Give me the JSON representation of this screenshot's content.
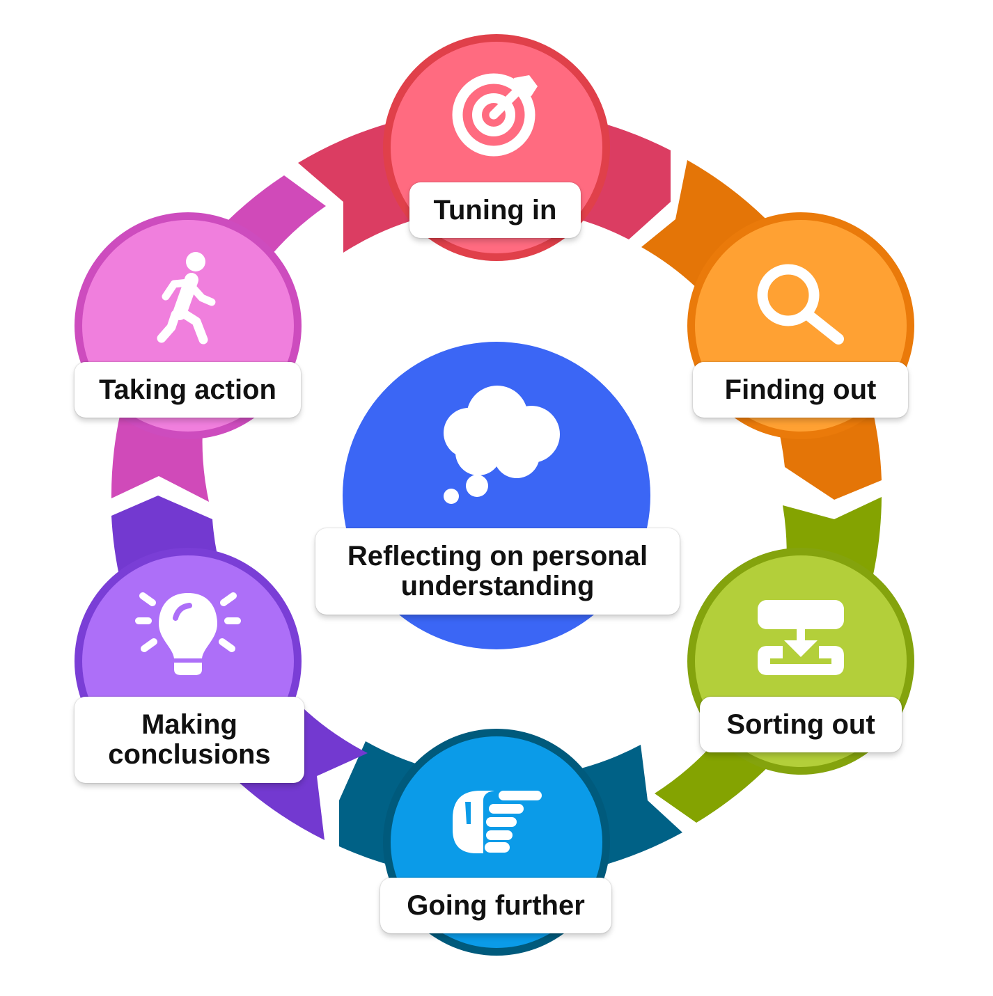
{
  "diagram": {
    "center": {
      "label_line1": "Reflecting on personal",
      "label_line2": "understanding",
      "icon": "thought-cloud-icon",
      "color": "#3b66f5"
    },
    "steps": [
      {
        "id": "tuning-in",
        "label": "Tuning in",
        "icon": "target-arrow-icon",
        "fill": "#ff6b80",
        "ring": "#e0404a",
        "arc": "#db3d62"
      },
      {
        "id": "finding-out",
        "label": "Finding out",
        "icon": "magnifier-icon",
        "fill": "#ffa133",
        "ring": "#ea7a0a",
        "arc": "#e47507"
      },
      {
        "id": "sorting-out",
        "label": "Sorting out",
        "icon": "sort-tray-icon",
        "fill": "#b3cf3a",
        "ring": "#84a30d",
        "arc": "#84a301"
      },
      {
        "id": "going-further",
        "label": "Going further",
        "icon": "pointing-hand-icon",
        "fill": "#0b9be8",
        "ring": "#005a7c",
        "arc": "#006186"
      },
      {
        "id": "making-conclusions",
        "label_line1": "Making",
        "label_line2": "conclusions",
        "icon": "lightbulb-icon",
        "fill": "#ad6ff8",
        "ring": "#7a3ed6",
        "arc": "#7339d0"
      },
      {
        "id": "taking-action",
        "label": "Taking action",
        "icon": "walking-person-icon",
        "fill": "#f07fdd",
        "ring": "#cd4cbe",
        "arc": "#d04ab9"
      }
    ]
  }
}
